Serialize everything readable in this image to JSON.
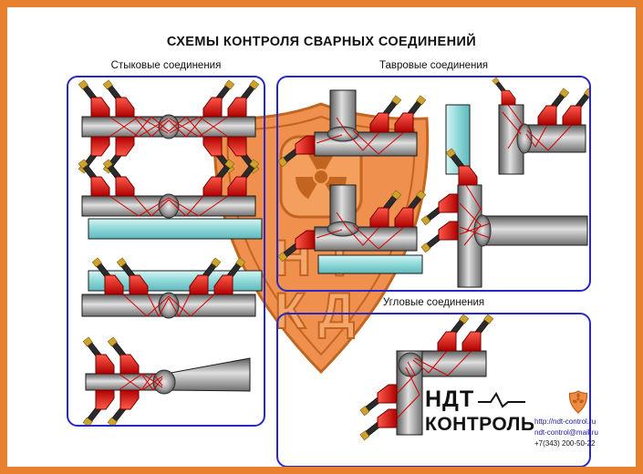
{
  "title": "СХЕМЫ КОНТРОЛЯ СВАРНЫХ СОЕДИНЕНИЙ",
  "panels": {
    "butt": {
      "label": "Стыковые соединения"
    },
    "tee": {
      "label": "Тавровые соединения"
    },
    "corner": {
      "label": "Угловые соединения"
    }
  },
  "brand": {
    "name_top": "НДТ",
    "name_bottom": "КОНТРОЛЬ"
  },
  "contacts": {
    "website": "http://ndt-control.ru",
    "email": "ndt-control@mail.ru",
    "phone": "+7(343) 200-50-22"
  },
  "icons": {
    "watermark": "radiation-shield",
    "brand_mark": "ecg-pulse-line",
    "contact_mark": "mini-radiation-shield",
    "probe": "ultrasonic-angle-probe"
  },
  "colors": {
    "frame_orange": "#E8812F",
    "watermark_orange": "#EF8B45",
    "panel_border_blue": "#2828C8",
    "probe_red": "#D01414",
    "beam_red": "#D40000",
    "backing_cyan": "#8FD8D8",
    "link_navy": "#1A1A9C"
  }
}
